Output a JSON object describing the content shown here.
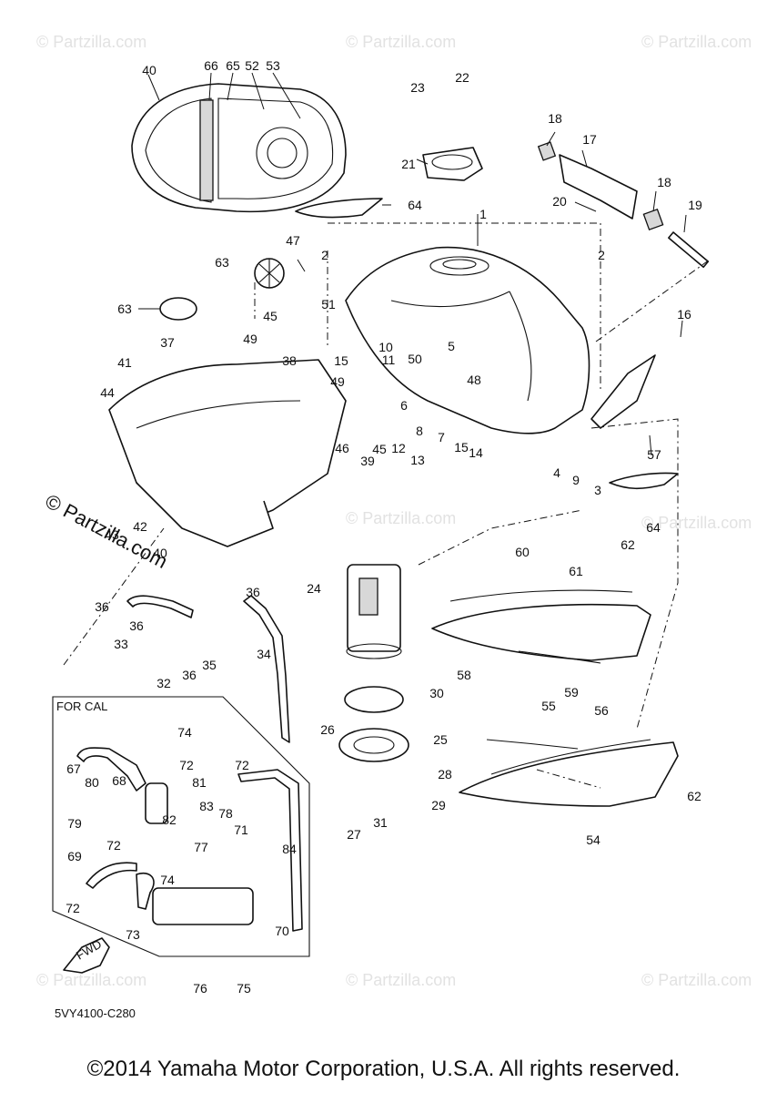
{
  "diagram": {
    "watermark": "© Partzilla.com",
    "section_label": "FOR CAL",
    "fwd_label": "FWD",
    "part_code": "5VY4100-C280",
    "copyright": "©2014 Yamaha Motor Corporation, U.S.A. All rights reserved.",
    "callouts": [
      "1",
      "2",
      "2",
      "3",
      "4",
      "5",
      "6",
      "7",
      "8",
      "9",
      "10",
      "11",
      "12",
      "13",
      "14",
      "15",
      "15",
      "16",
      "17",
      "18",
      "18",
      "19",
      "20",
      "21",
      "22",
      "23",
      "24",
      "25",
      "26",
      "27",
      "28",
      "29",
      "30",
      "31",
      "32",
      "33",
      "34",
      "35",
      "36",
      "36",
      "36",
      "36",
      "37",
      "38",
      "39",
      "40",
      "40",
      "41",
      "42",
      "43",
      "44",
      "45",
      "45",
      "46",
      "47",
      "48",
      "49",
      "49",
      "50",
      "51",
      "52",
      "53",
      "54",
      "55",
      "56",
      "57",
      "58",
      "59",
      "60",
      "61",
      "62",
      "62",
      "63",
      "63",
      "64",
      "64",
      "65",
      "66",
      "67",
      "68",
      "69",
      "70",
      "71",
      "72",
      "72",
      "72",
      "72",
      "73",
      "74",
      "74",
      "75",
      "76",
      "77",
      "78",
      "79",
      "80",
      "81",
      "82",
      "83",
      "84"
    ]
  }
}
